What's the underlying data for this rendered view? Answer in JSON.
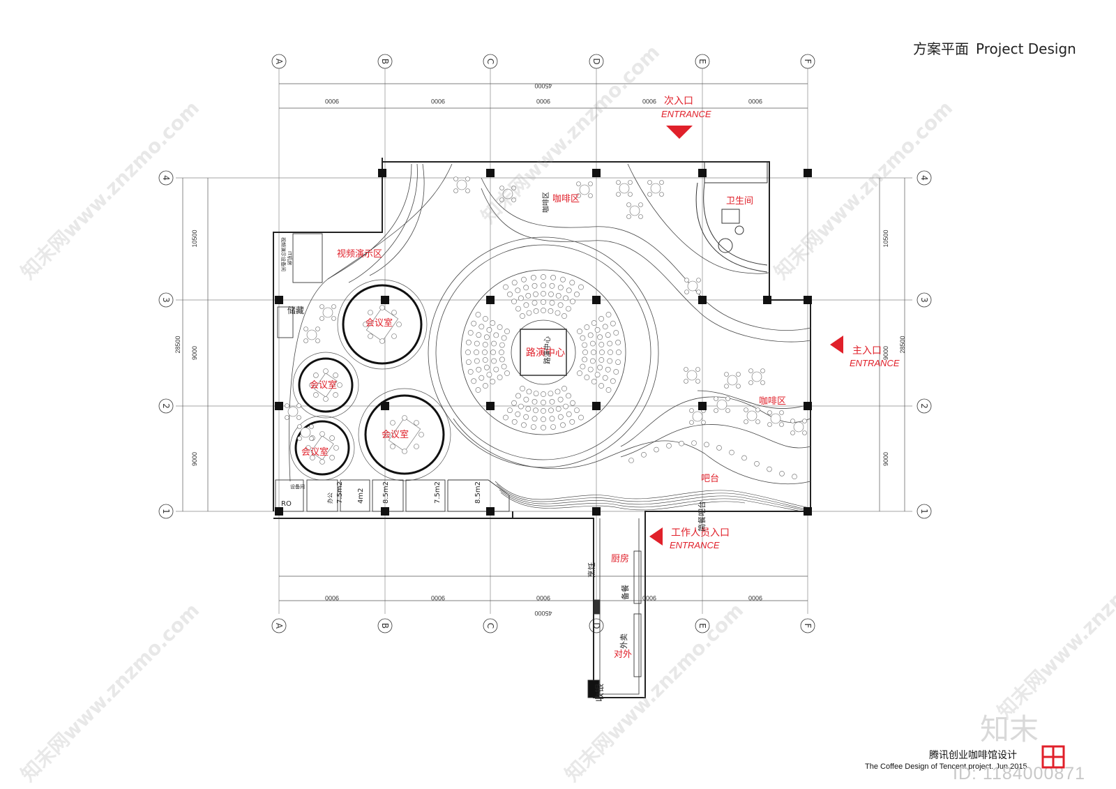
{
  "title": {
    "cn": "方案平面",
    "en": "Project Design"
  },
  "colors": {
    "accent": "#e0202a",
    "line": "#2a2a2a",
    "thin": "#555555",
    "column": "#111111"
  },
  "axes": {
    "columns": [
      "A",
      "B",
      "C",
      "D",
      "E",
      "F"
    ],
    "rows": [
      "4",
      "3",
      "2",
      "1"
    ]
  },
  "dimensions": {
    "top_total": "45000",
    "top_spans": [
      "9000",
      "9000",
      "9000",
      "9000",
      "9000"
    ],
    "bottom_total": "45000",
    "bottom_spans": [
      "9000",
      "9000",
      "9000",
      "9000",
      "9000"
    ],
    "left_total": "28500",
    "left_spans": [
      "10500",
      "9000",
      "9000"
    ],
    "right_total": "28500",
    "right_spans": [
      "10500",
      "9000",
      "9000"
    ]
  },
  "entrances": {
    "secondary": {
      "cn": "次入口",
      "en": "ENTRANCE"
    },
    "main": {
      "cn": "主入口",
      "en": "ENTRANCE"
    },
    "staff": {
      "cn": "工作人员入口",
      "en": "ENTRANCE"
    }
  },
  "rooms": {
    "coffee_top": "咖啡区",
    "coffee_top_sub": "咖啡区",
    "restroom": "卫生间",
    "video": "视频演示区",
    "storage": "储藏",
    "meeting_1": "会议室",
    "meeting_2": "会议室",
    "meeting_3": "会议室",
    "meeting_4": "会议室",
    "roadshow": "路演中心",
    "roadshow_sub": "路演中心",
    "coffee_right": "咖啡区",
    "bar": "吧台",
    "bar_sub": "简餐吧台",
    "kitchen": "厨房",
    "cooking": "烹饪",
    "prep": "备餐",
    "outer": "对外",
    "outer_sub": "外卖",
    "cashier": "收银",
    "small_room": "RO",
    "small_label": "设备间",
    "office_1": "7.5m2",
    "office_2": "4m2",
    "office_3": "8.5m2",
    "office_4": "7.5m2",
    "office_5": "8.5m2",
    "office_tag": "办公",
    "cabinet_1": "视频演示设备间",
    "cabinet_2": "IT机房"
  },
  "footer": {
    "project_cn": "腾讯创业咖啡馆设计",
    "project_en": "The Coffee Design of Tencent project. Jun.2015"
  },
  "watermark": {
    "text": "知末网www.znzmo.com",
    "logo": "知末",
    "id": "ID: 1184000871"
  }
}
